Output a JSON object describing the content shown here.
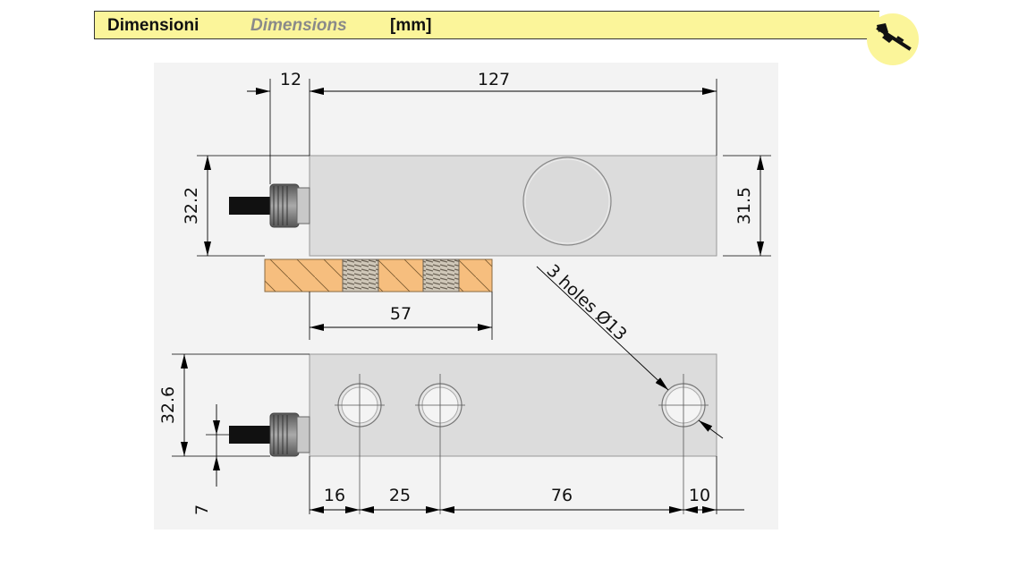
{
  "header": {
    "title_it": "Dimensioni",
    "title_en": "Dimensions",
    "unit": "[mm]"
  },
  "icons": {
    "badge": "caliper-icon"
  },
  "colors": {
    "header_fill": "#fbf59a",
    "body_fill": "#dcdcdc",
    "plate_fill": "#f6be7e",
    "badge_fill": "#fbf59a"
  },
  "dimensions": {
    "cable_offset": "12",
    "total_length": "127",
    "height_side": "32.2",
    "height_right": "31.5",
    "plate_span": "57",
    "holes_note": "3 holes Ø13",
    "height_top_view": "32.6",
    "cable_height": "7",
    "hole_edge": "16",
    "hole_pitch": "25",
    "hole_gap": "76",
    "end_offset": "10"
  }
}
